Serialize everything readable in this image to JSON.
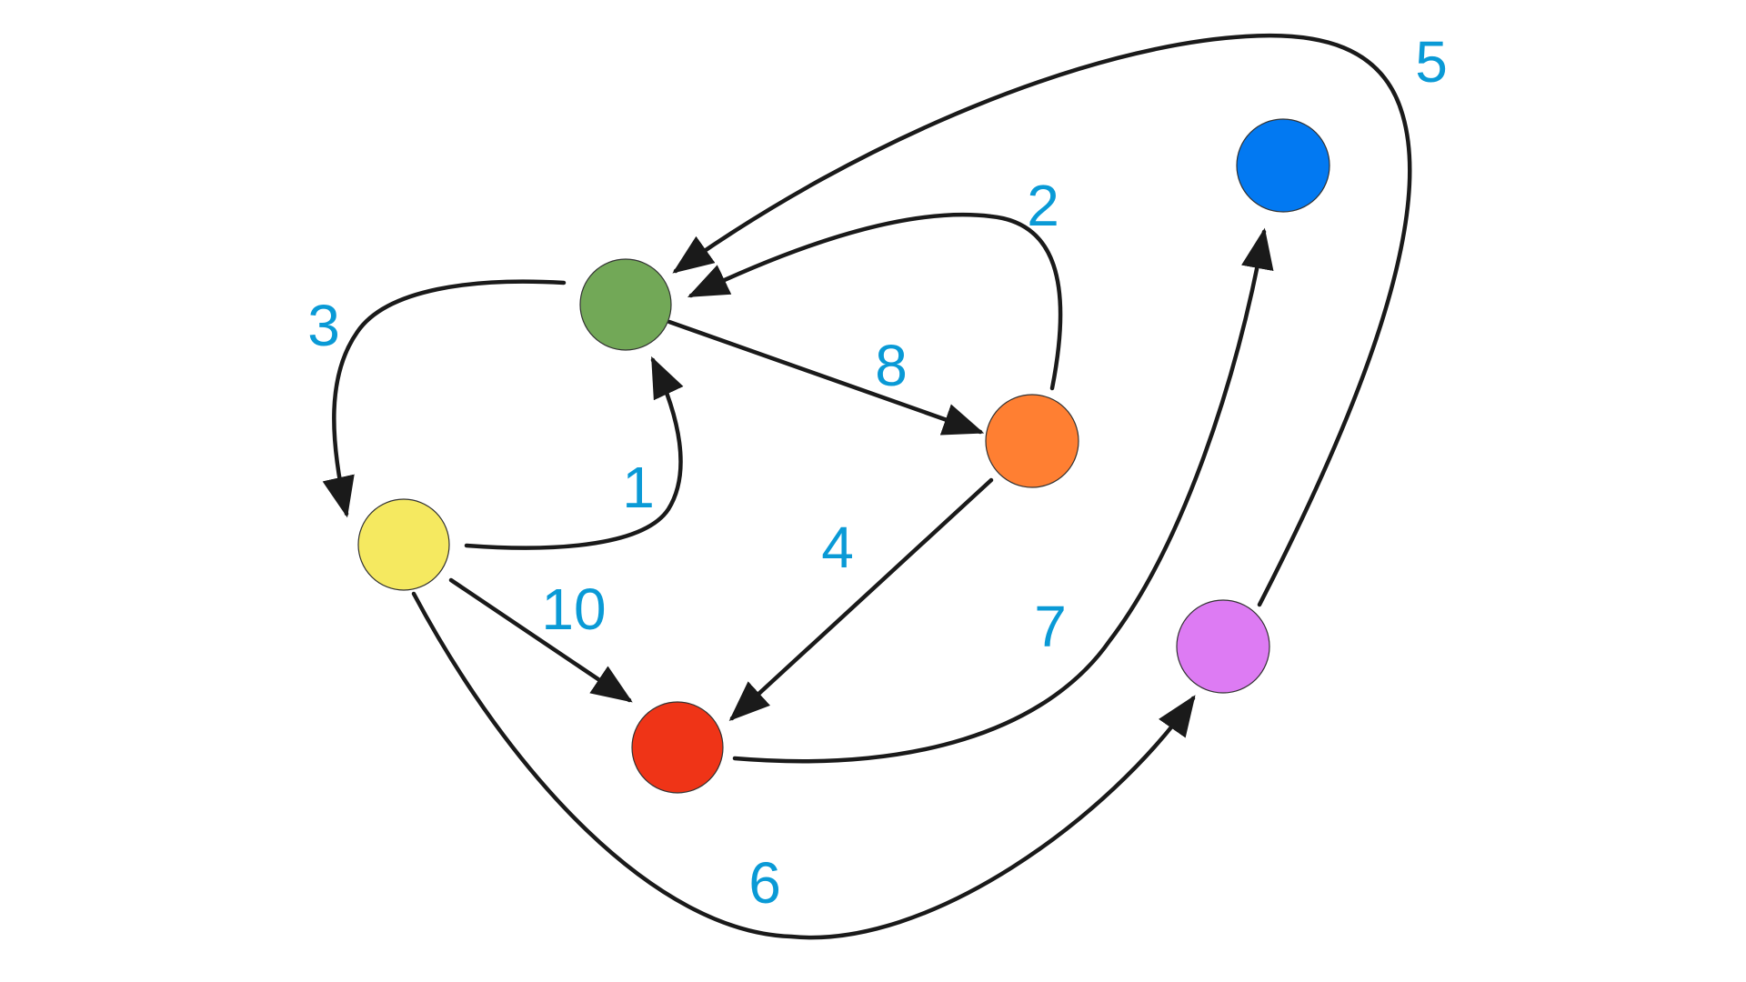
{
  "graph": {
    "nodes": [
      {
        "id": "green",
        "color": "#72a857"
      },
      {
        "id": "yellow",
        "color": "#f5e960"
      },
      {
        "id": "orange",
        "color": "#ff7f32"
      },
      {
        "id": "red",
        "color": "#ef3417"
      },
      {
        "id": "blue",
        "color": "#0279f2"
      },
      {
        "id": "violet",
        "color": "#dd7bf3"
      }
    ],
    "edges": [
      {
        "from": "yellow",
        "to": "green",
        "weight": "1"
      },
      {
        "from": "orange",
        "to": "green",
        "weight": "2"
      },
      {
        "from": "green",
        "to": "yellow",
        "weight": "3"
      },
      {
        "from": "orange",
        "to": "red",
        "weight": "4"
      },
      {
        "from": "violet",
        "to": "green",
        "weight": "5"
      },
      {
        "from": "yellow",
        "to": "violet",
        "weight": "6"
      },
      {
        "from": "red",
        "to": "blue",
        "weight": "7"
      },
      {
        "from": "green",
        "to": "orange",
        "weight": "8"
      },
      {
        "from": "yellow",
        "to": "red",
        "weight": "10"
      }
    ]
  },
  "colors": {
    "edge": "#1a1a1a",
    "weight_label": "#0a9ad6",
    "background": "#ffffff"
  }
}
